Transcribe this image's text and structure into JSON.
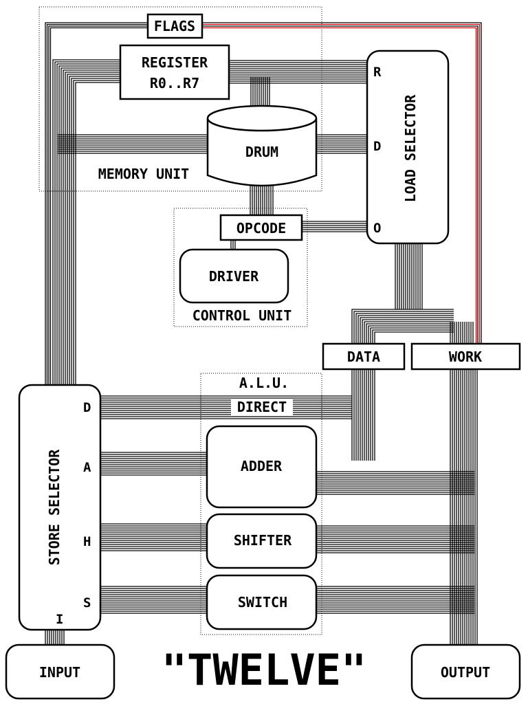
{
  "title": "\"TWELVE\"",
  "colors": {
    "ink": "#000000",
    "background": "#ffffff",
    "flags_bus": "#d00000"
  },
  "groups": {
    "memory_unit": "MEMORY UNIT",
    "control_unit": "CONTROL UNIT",
    "alu": "A.L.U."
  },
  "blocks": {
    "flags": "FLAGS",
    "register_line1": "REGISTER",
    "register_line2": "R0..R7",
    "drum": "DRUM",
    "opcode": "OPCODE",
    "driver": "DRIVER",
    "load_selector": "LOAD SELECTOR",
    "data": "DATA",
    "work": "WORK",
    "store_selector": "STORE SELECTOR",
    "direct": "DIRECT",
    "adder": "ADDER",
    "shifter": "SHIFTER",
    "switch": "SWITCH",
    "input": "INPUT",
    "output": "OUTPUT"
  },
  "load_ports": [
    "R",
    "D",
    "O"
  ],
  "store_ports": [
    "D",
    "A",
    "H",
    "S",
    "I"
  ]
}
